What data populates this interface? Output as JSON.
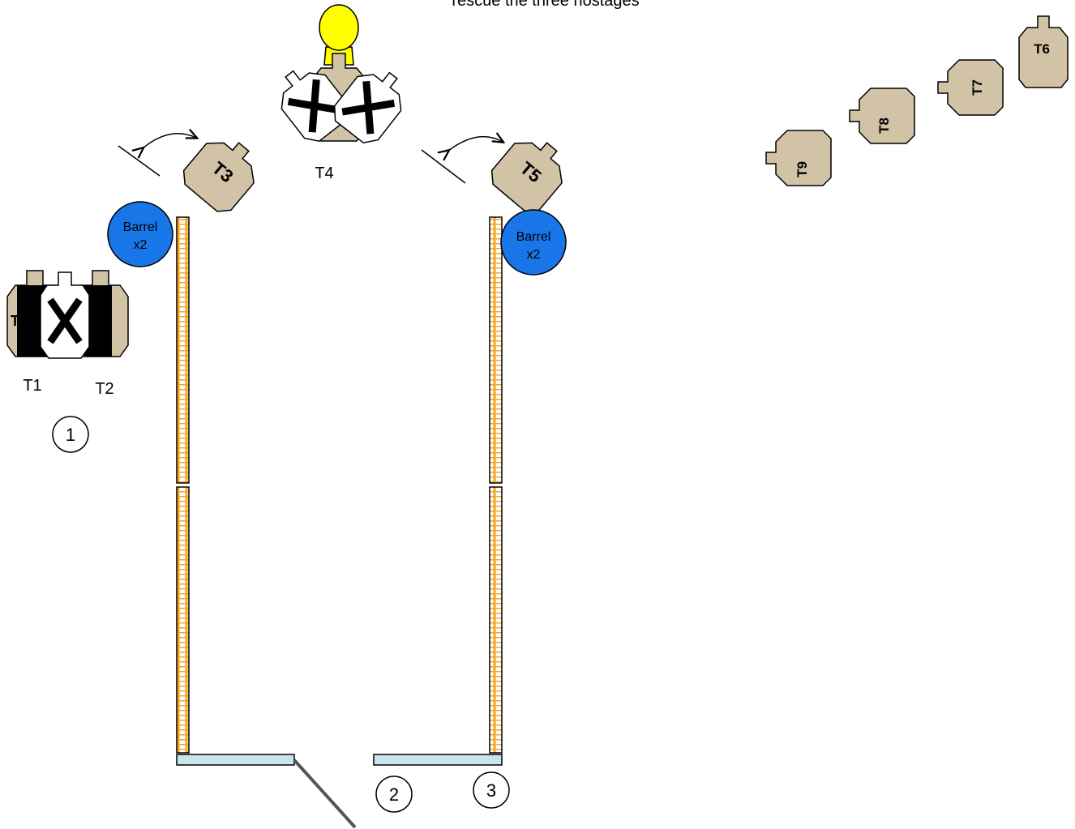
{
  "header": {
    "caption": "rescue the three hostages"
  },
  "colors": {
    "target_tan": "#d2c3a7",
    "outline": "#000000",
    "barrel_blue": "#1976e8",
    "wall_orange": "#f5a623",
    "fault_line": "#c9e4ea",
    "light_yellow": "#ffff00"
  },
  "targets": {
    "t1": "T1",
    "t2": "T2",
    "t1_partial": "T",
    "t3": "T3",
    "t4": "T4",
    "t5": "T5",
    "t6": "T6",
    "t7": "T7",
    "t8": "T8",
    "t9": "T9"
  },
  "barrels": {
    "left": {
      "line1": "Barrel",
      "line2": "x2"
    },
    "right": {
      "line1": "Barrel",
      "line2": "x2"
    }
  },
  "positions": {
    "p1": "1",
    "p2": "2",
    "p3": "3"
  },
  "icons": [
    "swing-arrow-icon",
    "no-shoot-x-icon",
    "barrel-icon",
    "light-bulb-icon",
    "door-icon"
  ]
}
